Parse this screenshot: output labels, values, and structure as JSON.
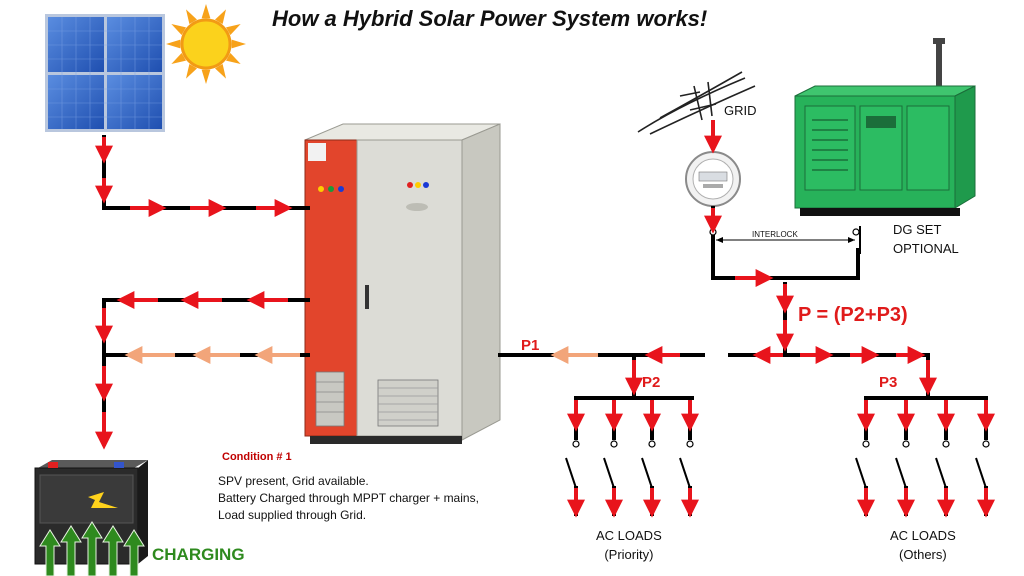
{
  "title": "How a Hybrid Solar Power System works!",
  "labels": {
    "grid": "GRID",
    "interlock": "INTERLOCK",
    "dg_set_line1": "DG SET",
    "dg_set_line2": "OPTIONAL",
    "power_equation": "P = (P2+P3)",
    "p1": "P1",
    "p2": "P2",
    "p3": "P3",
    "charging": "CHARGING"
  },
  "condition": {
    "heading": "Condition # 1",
    "lines": [
      "SPV present, Grid available.",
      "Battery Charged through MPPT charger + mains,",
      "Load supplied through Grid."
    ]
  },
  "loads": {
    "priority_line1": "AC  LOADS",
    "priority_line2": "(Priority)",
    "others_line1": "AC  LOADS",
    "others_line2": "(Others)"
  },
  "colors": {
    "wire": "#000000",
    "flow_arrow": "#e8141c",
    "charge_arrow": "#f2a57a",
    "inverter_red": "#e2452c",
    "inverter_grey": "#dcdcd6",
    "solar_blue": "#2f66c8",
    "dg_green": "#27b25a",
    "charging_green": "#2e8a1e"
  },
  "icons": [
    "solar-panel-icon",
    "sun-icon",
    "inverter-cabinet-icon",
    "grid-antenna-icon",
    "energy-meter-icon",
    "dg-set-icon",
    "battery-icon"
  ]
}
